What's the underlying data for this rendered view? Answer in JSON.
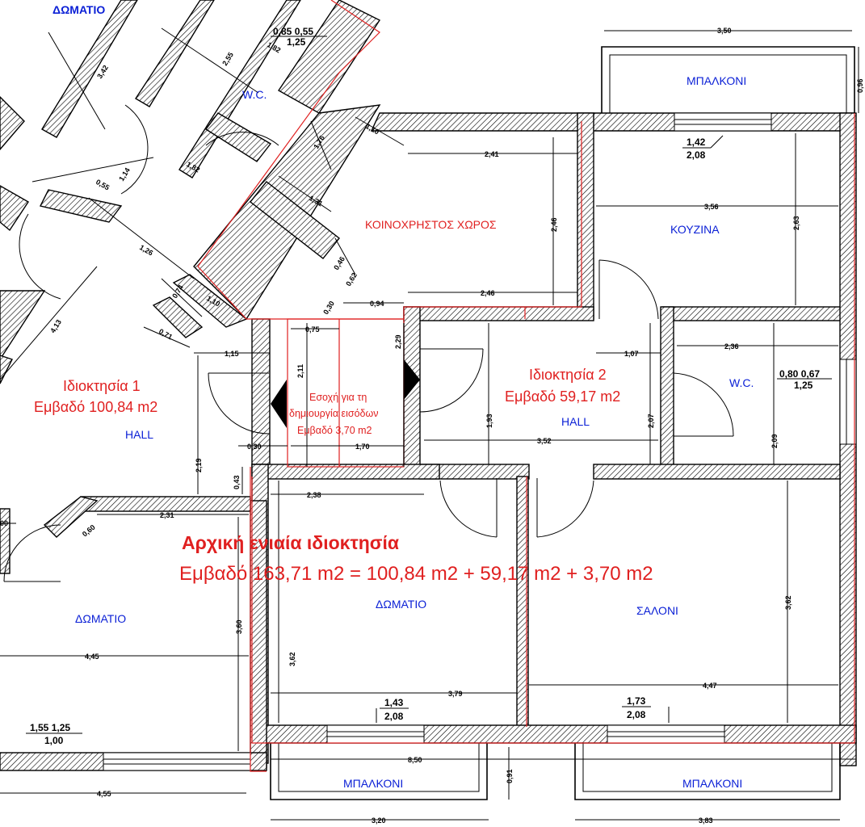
{
  "rooms": {
    "bedroom_top": "ΔΩΜΑΤΙΟ",
    "wc_top": "W.C.",
    "common_area": "ΚΟΙΝΟΧΡΗΣΤΟΣ ΧΩΡΟΣ",
    "balcony_top": "ΜΠΑΛΚΟΝΙ",
    "kitchen": "ΚΟΥΖΙΝΑ",
    "wc_right": "W.C.",
    "hall_left": "HALL",
    "hall_right": "HALL",
    "bedroom_left": "ΔΩΜΑΤΙΟ",
    "bedroom_center": "ΔΩΜΑΤΙΟ",
    "living_room": "ΣΑΛΟΝΙ",
    "balcony_bottom_left": "ΜΠΑΛΚΟΝΙ",
    "balcony_bottom_right": "ΜΠΑΛΚΟΝΙ"
  },
  "properties": {
    "prop1_name": "Ιδιοκτησία 1",
    "prop1_area": "Εμβαδό 100,84 m2",
    "prop2_name": "Ιδιοκτησία 2",
    "prop2_area": "Εμβαδό 59,17 m2",
    "niche_line1": "Εσοχή για τη",
    "niche_line2": "δημιουργία εισόδων",
    "niche_line3": "Εμβαδό 3,70 m2",
    "original_title": "Αρχική ενιαία ιδιοκτησία",
    "original_area": "Εμβαδό 163,71 m2 = 100,84 m2 + 59,17 m2 + 3,70 m2"
  },
  "dimensions": {
    "d_3_50": "3,50",
    "d_0_96": "0,96",
    "d_3_42": "3,42",
    "d_2_55": "2,55",
    "d_1_82a": "1,82",
    "d_1_10a": "1,10",
    "d_1_76": "1,76",
    "d_2_41": "2,41",
    "d_2_46a": "2,46",
    "d_1_31": "1,31",
    "d_3_56": "3,56",
    "d_2_63": "2,63",
    "d_0_55": "0,55",
    "d_1_14": "1,14",
    "d_1_82b": "1,82",
    "d_1_26": "1,26",
    "d_0_46": "0,46",
    "d_0_62": "0,62",
    "d_2_46b": "2,46",
    "d_0_74": "0,74",
    "d_1_10b": "1,10",
    "d_0_30a": "0,30",
    "d_0_94": "0,94",
    "d_4_13": "4,13",
    "d_0_71": "0,71",
    "d_1_15": "1,15",
    "d_0_75": "0,75",
    "d_2_29": "2,29",
    "d_2_11": "2,11",
    "d_1_07": "1,07",
    "d_2_36": "2,36",
    "d_1_93": "1,93",
    "d_3_52": "3,52",
    "d_2_07": "2,07",
    "d_2_09": "2,09",
    "d_0_30b": "0,30",
    "d_1_70": "1,70",
    "d_2_19": "2,19",
    "d_0_43": "0,43",
    "d_2_38": "2,38",
    "d_2_31": "2,31",
    "d_0_60": "0,60",
    "d_00": "00",
    "d_3_62a": "3,62",
    "d_3_62b": "3,62",
    "d_3_60": "3,60",
    "d_4_45": "4,45",
    "d_3_79": "3,79",
    "d_4_47": "4,47",
    "d_8_50": "8,50",
    "d_0_91": "0,91",
    "d_4_55": "4,55",
    "d_3_20": "3,20",
    "d_3_83": "3,83"
  },
  "fractions": {
    "wc_top_num": "0,85  0,55",
    "wc_top_den": "1,25",
    "kitchen_win_num": "1,42",
    "kitchen_win_den": "2,08",
    "wc_right_num": "0,80  0,67",
    "wc_right_den": "1,25",
    "bedroom_win_num": "1,43",
    "bedroom_win_den": "2,08",
    "living_win_num": "1,73",
    "living_win_den": "2,08",
    "left_win_num": "1,55  1,25",
    "left_win_den": "1,00"
  }
}
